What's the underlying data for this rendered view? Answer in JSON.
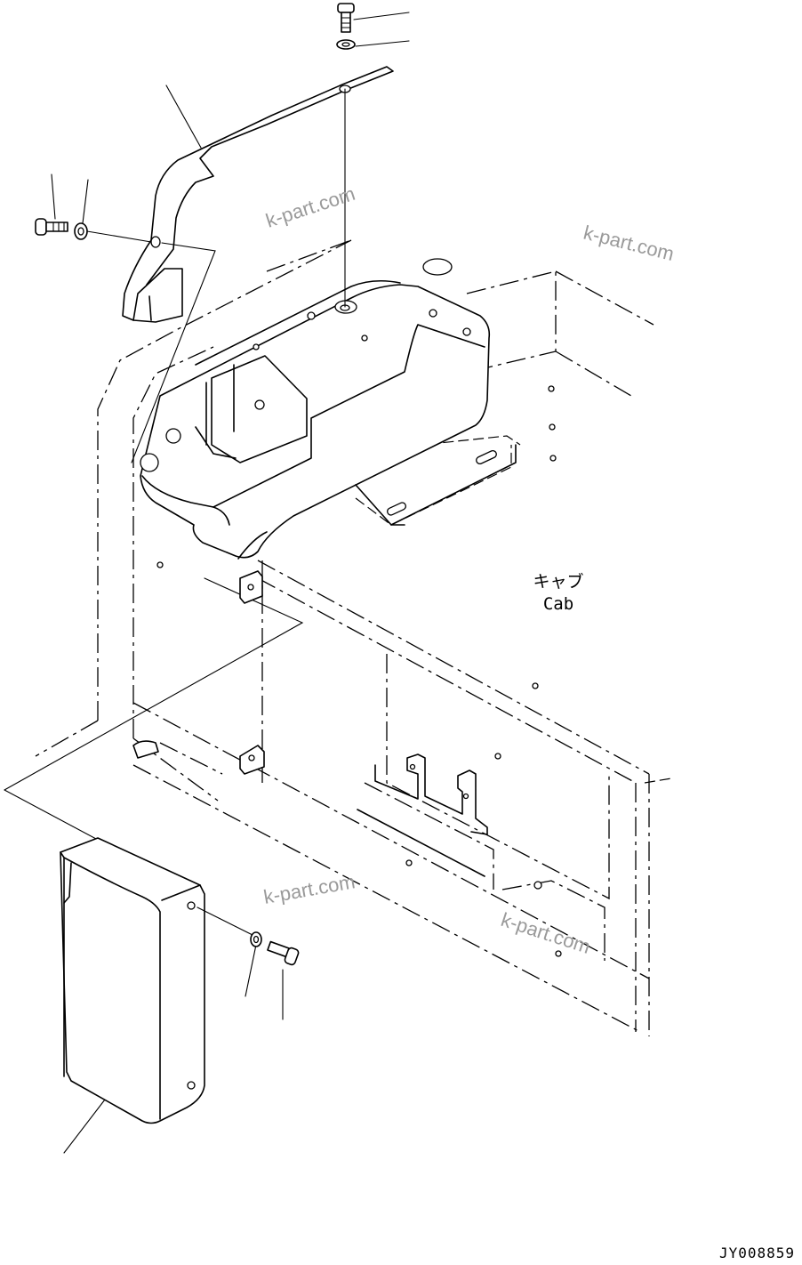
{
  "labels": {
    "cab_jp": "キャブ",
    "cab_en": "Cab"
  },
  "watermarks": [
    "k-part.com",
    "k-part.com",
    "k-part.com",
    "k-part.com"
  ],
  "drawing_code": "JY008859"
}
